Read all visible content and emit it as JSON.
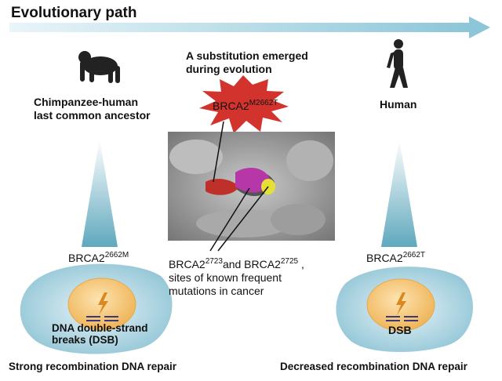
{
  "title": "Evolutionary path",
  "ancestor_label": [
    "Chimpanzee-human",
    "last common ancestor"
  ],
  "human_label": "Human",
  "substitution_label": [
    "A substitution emerged",
    "during evolution"
  ],
  "star_text": {
    "base": "BRCA2",
    "sup": "M2662T"
  },
  "left_variant": {
    "base": "BRCA2",
    "sup": "2662M"
  },
  "right_variant": {
    "base": "BRCA2",
    "sup": "2662T"
  },
  "cancer_sites": {
    "a_base": "BRCA2",
    "a_sup": "2723",
    "joiner": "and BRCA2",
    "b_sup": "2725",
    "trail": ",",
    "line2": "sites of  known frequent",
    "line3": "mutations in cancer"
  },
  "left_cell_label": [
    "DNA double-strand",
    "breaks (DSB)"
  ],
  "right_cell_label": "DSB",
  "left_footer": "Strong recombination DNA repair",
  "right_footer": "Decreased recombination DNA repair",
  "colors": {
    "arrow": "#aad3df",
    "cone": "#6fb1c4",
    "cell": "#a9d2df",
    "nucleus": "#f5c97a",
    "star": "#d2332d",
    "dsb_lines": "#3a3a7a"
  }
}
